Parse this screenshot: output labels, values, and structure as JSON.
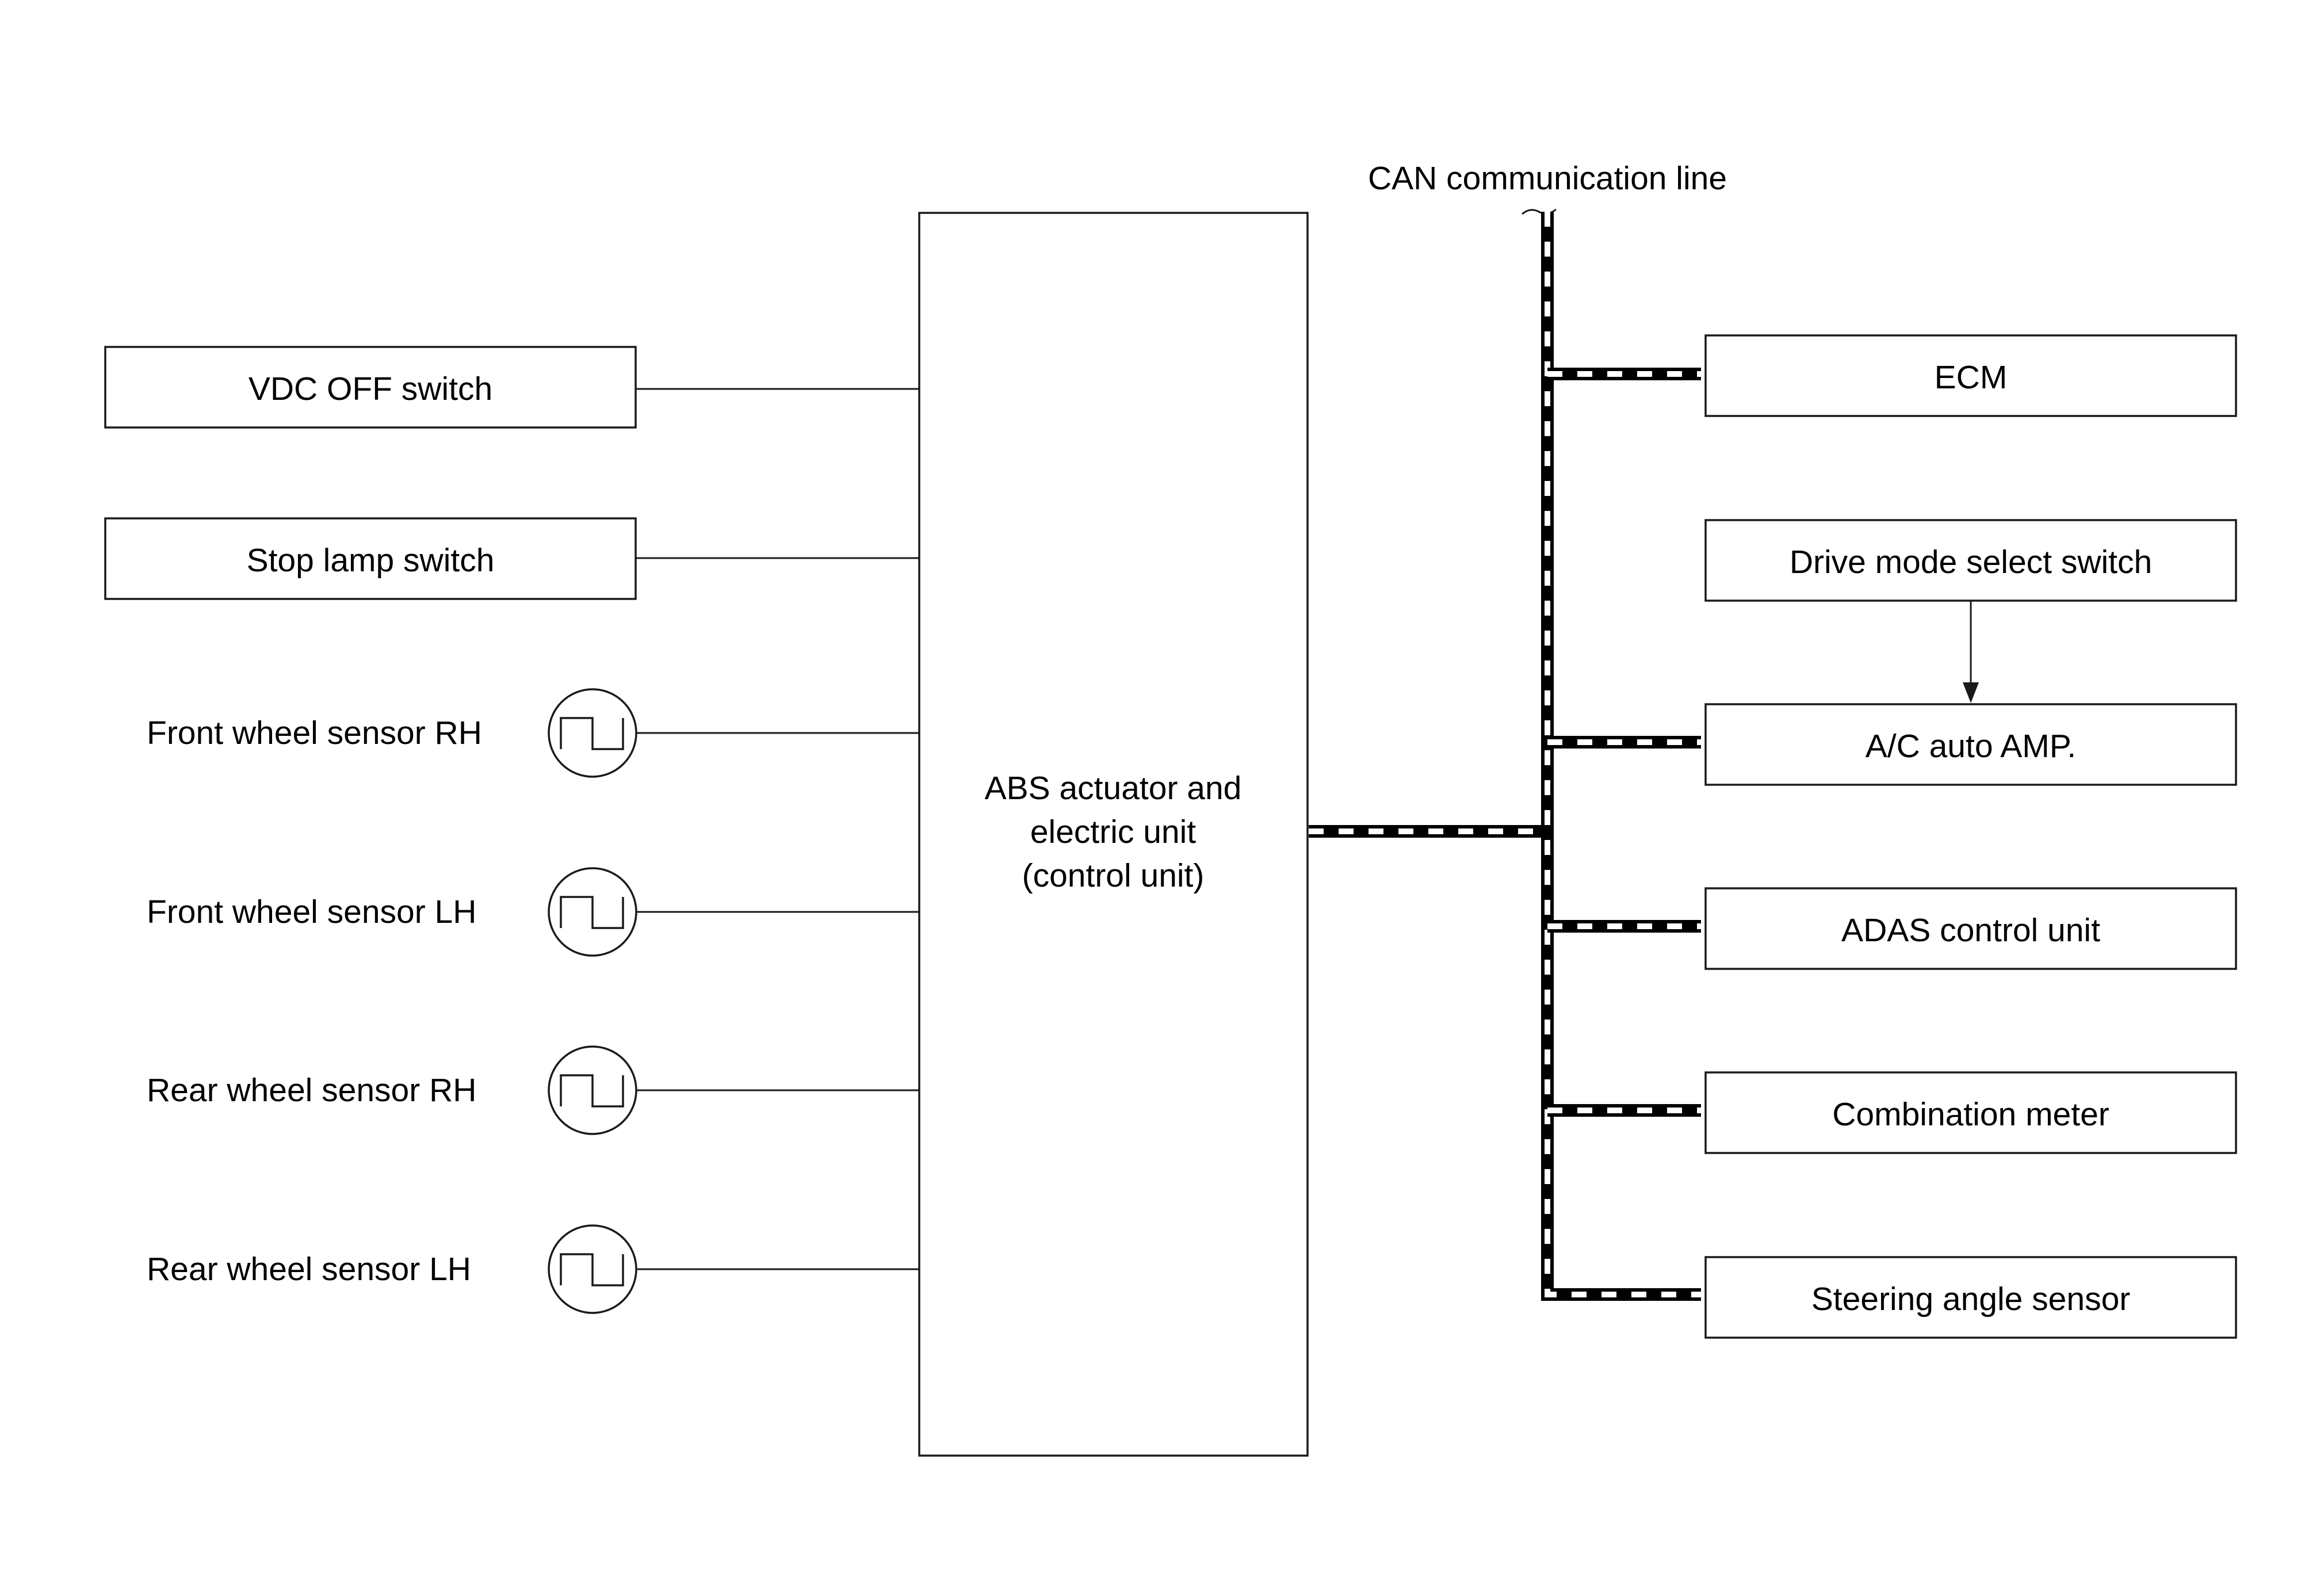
{
  "can_label": "CAN communication line",
  "center_unit": {
    "lines": [
      "ABS actuator and",
      "electric unit",
      "(control unit)"
    ]
  },
  "left_boxes": [
    {
      "label": "VDC OFF switch"
    },
    {
      "label": "Stop lamp switch"
    }
  ],
  "sensors": [
    {
      "label": "Front wheel sensor RH",
      "icon": "square-wave-signal-icon"
    },
    {
      "label": "Front wheel sensor LH",
      "icon": "square-wave-signal-icon"
    },
    {
      "label": "Rear wheel sensor RH",
      "icon": "square-wave-signal-icon"
    },
    {
      "label": "Rear wheel sensor LH",
      "icon": "square-wave-signal-icon"
    }
  ],
  "right_boxes": [
    {
      "label": "ECM",
      "on_can": true
    },
    {
      "label": "Drive mode select switch",
      "on_can": false
    },
    {
      "label": "A/C auto AMP.",
      "on_can": true
    },
    {
      "label": "ADAS control unit",
      "on_can": true
    },
    {
      "label": "Combination meter",
      "on_can": true
    },
    {
      "label": "Steering angle sensor",
      "on_can": true
    }
  ],
  "colors": {
    "line": "#1a1a1a",
    "background": "#ffffff"
  }
}
